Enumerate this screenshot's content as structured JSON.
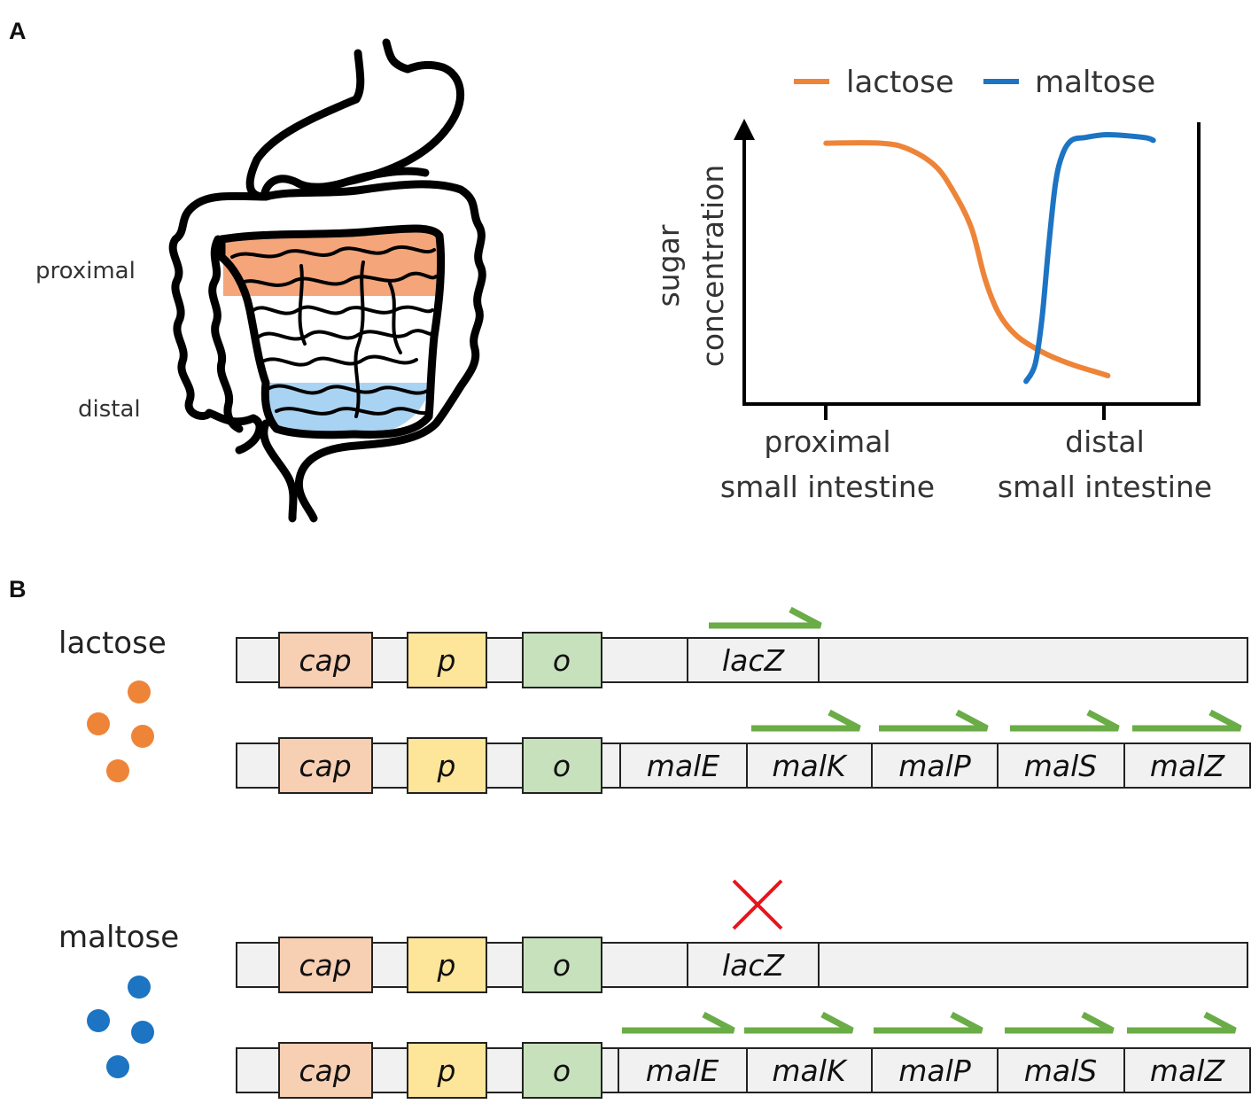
{
  "panels": {
    "a_label": "A",
    "b_label": "B"
  },
  "panel_a": {
    "intestine": {
      "proximal_label": "proximal",
      "distal_label": "distal",
      "proximal_color": "#f4a57a",
      "distal_color": "#a9d3f2"
    },
    "legend": [
      {
        "name": "lactose",
        "color": "#ee8438"
      },
      {
        "name": "maltose",
        "color": "#1c74c3"
      }
    ],
    "ylabel_line1": "sugar",
    "ylabel_line2": "concentration",
    "x_ticks": [
      {
        "line1": "proximal",
        "line2": "small intestine"
      },
      {
        "line1": "distal",
        "line2": "small intestine"
      }
    ]
  },
  "chart_data": {
    "type": "line",
    "title": "",
    "xlabel": "",
    "ylabel": "sugar concentration",
    "xlim": [
      0,
      1
    ],
    "ylim": [
      0,
      1
    ],
    "x_tick_labels": [
      "proximal small intestine",
      "distal small intestine"
    ],
    "x_tick_values": [
      0.2,
      0.8
    ],
    "legend_position": "top",
    "grid": false,
    "series": [
      {
        "name": "lactose",
        "color": "#ee8438",
        "x": [
          0.18,
          0.3,
          0.36,
          0.42,
          0.46,
          0.5,
          0.53,
          0.56,
          0.6,
          0.66,
          0.72,
          0.78,
          0.8
        ],
        "y": [
          0.92,
          0.92,
          0.9,
          0.84,
          0.75,
          0.62,
          0.44,
          0.32,
          0.24,
          0.18,
          0.14,
          0.11,
          0.1
        ]
      },
      {
        "name": "maltose",
        "color": "#1c74c3",
        "x": [
          0.62,
          0.64,
          0.655,
          0.67,
          0.685,
          0.7,
          0.72,
          0.75,
          0.8,
          0.88,
          0.9
        ],
        "y": [
          0.08,
          0.14,
          0.3,
          0.56,
          0.78,
          0.88,
          0.93,
          0.94,
          0.95,
          0.94,
          0.93
        ]
      }
    ]
  },
  "panel_b": {
    "conditions": [
      {
        "name": "lactose",
        "dot_color": "#ee8438",
        "dot_count": 4
      },
      {
        "name": "maltose",
        "dot_color": "#1c74c3",
        "dot_count": 4
      }
    ],
    "element_labels": {
      "cap": "cap",
      "p": "p",
      "o": "o"
    },
    "element_colors": {
      "cap": "#f7cfb3",
      "p": "#fde59a",
      "o": "#c8e1bd"
    },
    "lac_operon": {
      "gene": "lacZ"
    },
    "mal_operon": {
      "genes": [
        "malE",
        "malK",
        "malP",
        "malS",
        "malZ"
      ]
    },
    "expression": {
      "lactose": {
        "lacZ_expressed": true,
        "mal_expressed": [
          false,
          true,
          true,
          true,
          true
        ]
      },
      "maltose": {
        "lacZ_expressed": false,
        "mal_expressed": [
          true,
          true,
          true,
          true,
          true
        ]
      }
    },
    "arrow_color": "#6aac46",
    "repressed_mark_color": "#e8141b"
  }
}
